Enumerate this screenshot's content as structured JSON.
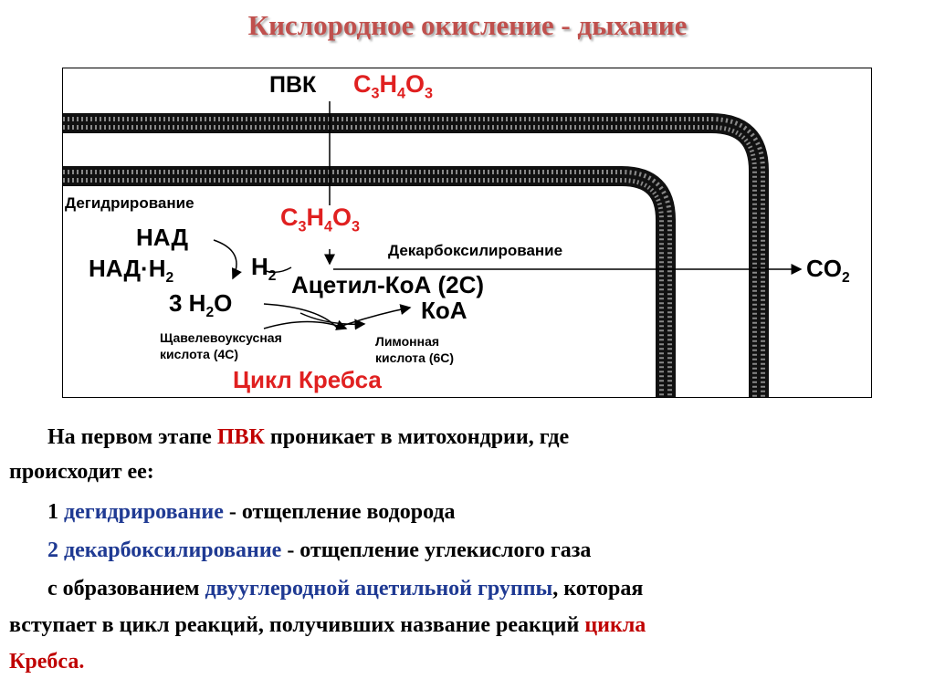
{
  "slide": {
    "title": "Кислородное окисление - дыхание"
  },
  "diagram": {
    "pvk_label": "ПВК",
    "formula_top": "C3H4O3",
    "formula_mid": "C3H4O3",
    "dehydrogenation": "Дегидрирование",
    "nad": "НАД",
    "nadh2": "НАД·H",
    "h2": "H",
    "decarboxylation": "Декарбоксилирование",
    "acetyl_coa": "Ацетил-КоА (2С)",
    "co2": "CO",
    "water": "3 H",
    "koa": "КоА",
    "oxaloacetic_1": "Щавелевоуксусная",
    "oxaloacetic_2": "кислота (4С)",
    "citric_1": "Лимонная",
    "citric_2": "кислота (6С)",
    "krebs": "Цикл Кребса"
  },
  "body_text": {
    "l1_a": "На первом этапе ",
    "l1_b": "ПВК",
    "l1_c": " проникает в митохондрии, где",
    "l2": "происходит ее:",
    "l3_a": "1 ",
    "l3_b": "дегидрирование",
    "l3_c": " - отщепление водорода",
    "l4_a": "2 декарбоксилирование",
    "l4_b": " - отщепление углекислого газа",
    "l5_a": " с образованием ",
    "l5_b": "двууглеродной ацетильной группы",
    "l5_c": ", которая",
    "l6_a": "вступает в цикл реакций, получивших название реакций ",
    "l6_b": "цикла",
    "l7": "Кребса."
  },
  "colors": {
    "title": "#c0504d",
    "red": "#e02020",
    "blue": "#1f3a93",
    "membrane": "#111111"
  }
}
